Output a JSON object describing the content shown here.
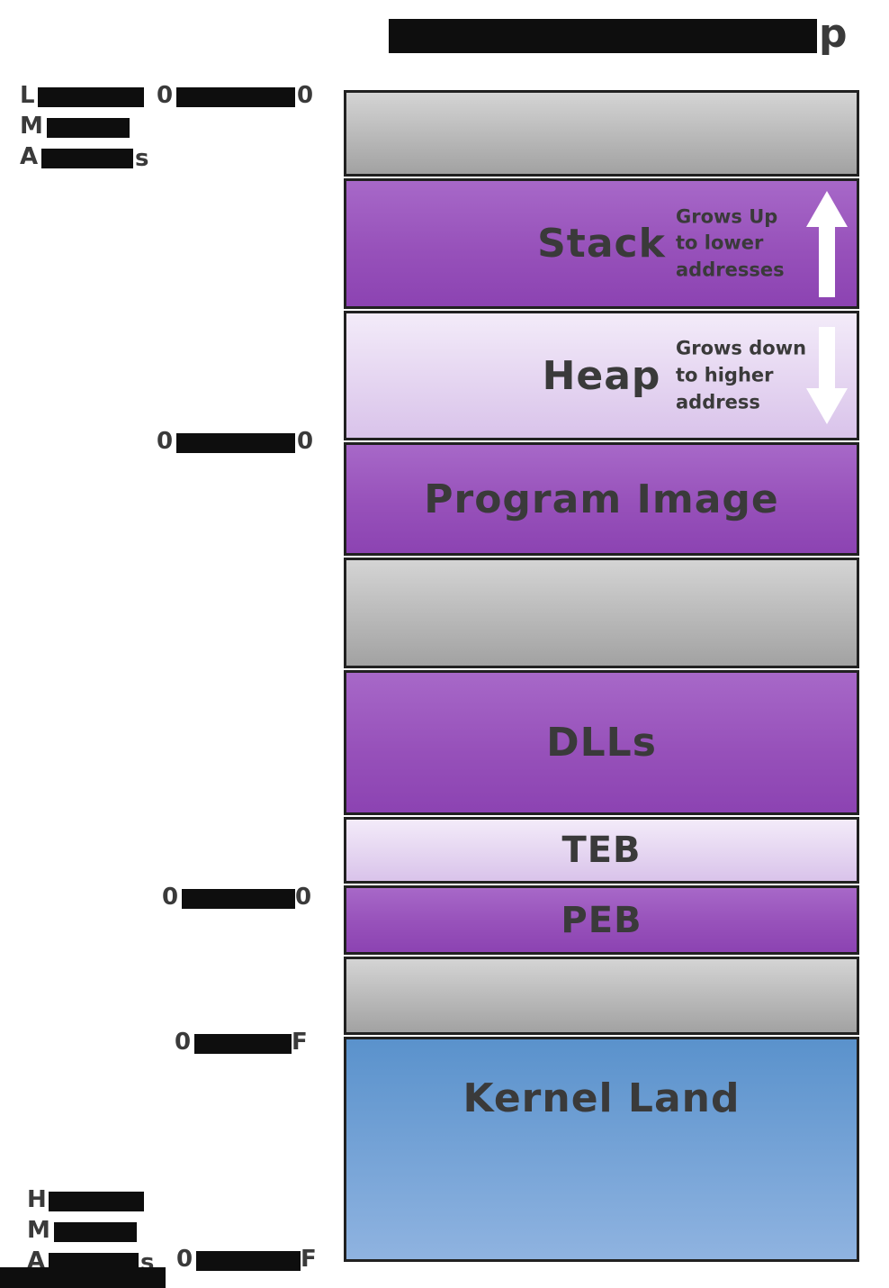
{
  "title": {
    "visible_text": "p"
  },
  "side_labels": {
    "lower_memory": {
      "l1_prefix": "L",
      "l2_prefix": "M",
      "l3_prefix": "A",
      "l3_suffix": "s"
    },
    "higher_memory": {
      "l1_prefix": "H",
      "l2_prefix": "M",
      "l3_prefix": "A",
      "l3_suffix": "s"
    }
  },
  "addresses": {
    "top": {
      "prefix": "0",
      "suffix": "0"
    },
    "program_image": {
      "prefix": "0",
      "suffix": "0"
    },
    "peb": {
      "prefix": "0",
      "suffix": "0"
    },
    "kernel_top": {
      "prefix": "0",
      "suffix": "F"
    },
    "bottom": {
      "prefix": "0",
      "suffix": "F"
    }
  },
  "blocks": {
    "gray_top": {
      "label": ""
    },
    "stack": {
      "label": "Stack",
      "note_l1": "Grows Up",
      "note_l2": "to lower",
      "note_l3": "addresses",
      "arrow": "up"
    },
    "heap": {
      "label": "Heap",
      "note_l1": "Grows down",
      "note_l2": "to higher",
      "note_l3": "address",
      "arrow": "down"
    },
    "program_image": {
      "label": "Program Image"
    },
    "gray_mid": {
      "label": ""
    },
    "dlls": {
      "label": "DLLs"
    },
    "teb": {
      "label": "TEB"
    },
    "peb": {
      "label": "PEB"
    },
    "gray_low": {
      "label": ""
    },
    "kernel": {
      "label": "Kernel Land"
    }
  },
  "colors": {
    "purple_top": "#a768c8",
    "purple_bottom": "#8c43b2",
    "lavender_top": "#f3ebf9",
    "lavender_bottom": "#d9c3ea",
    "gray_top": "#d4d4d4",
    "gray_bottom": "#a2a2a2",
    "blue_top": "#5a92cc",
    "blue_bottom": "#8fb3e0",
    "text": "#3a3a3a",
    "redaction": "#0e0e0e",
    "border": "#212121",
    "arrow": "#ffffff"
  }
}
